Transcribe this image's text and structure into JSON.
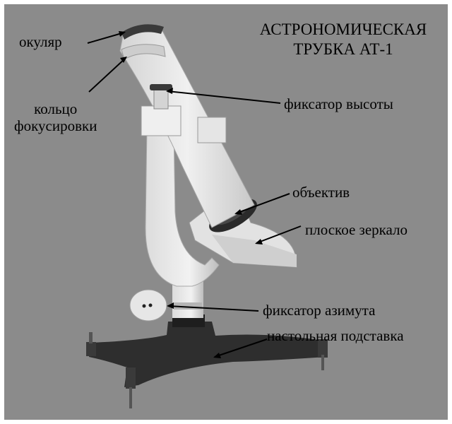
{
  "title": {
    "line1": "АСТРОНОМИЧЕСКАЯ",
    "line2": "ТРУБКА АТ-1"
  },
  "labels": {
    "eyepiece": "окуляр",
    "focus_ring_line1": "кольцо",
    "focus_ring_line2": "фокусировки",
    "altitude_lock": "фиксатор высоты",
    "objective": "объектив",
    "flat_mirror": "плоское зеркало",
    "azimuth_lock": "фиксатор азимута",
    "table_stand": "настольная подставка"
  },
  "colors": {
    "background": "#8b8b8b",
    "tube": "#e9e9e9",
    "tube_shadow": "#c9c9c9",
    "stand": "#2e2e2e",
    "ink": "#000000"
  }
}
